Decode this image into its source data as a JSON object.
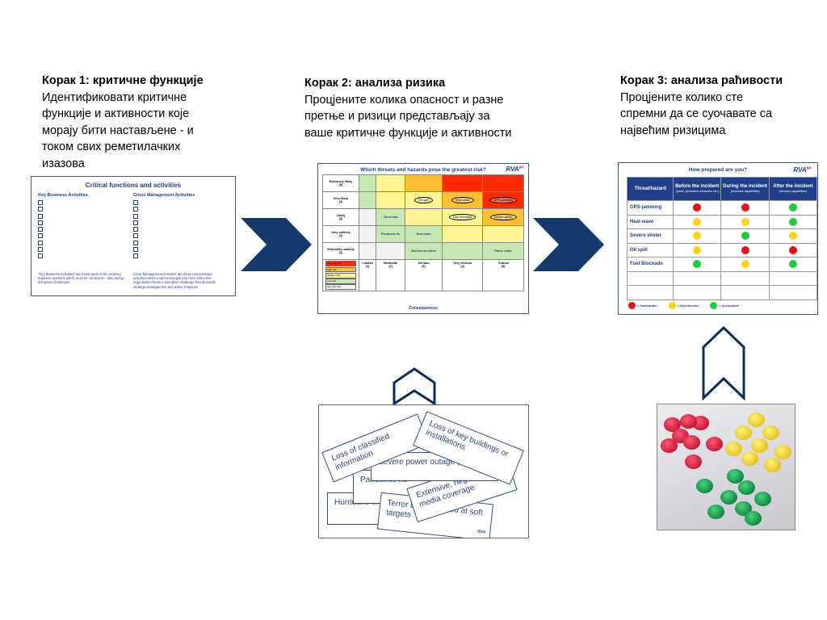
{
  "steps": [
    {
      "heading": "Корак 1: критичне функције",
      "lines": [
        "Идентификовати критичне",
        "функције и активности које",
        "морају бити настављене - и",
        "током свих  реметилачких",
        "изазова"
      ]
    },
    {
      "heading": "Корак 2: анализа ризика",
      "lines": [
        "Процјените колика опасност  и разне",
        "претње и ризици представљају за",
        "ваше критичне функције и активности"
      ]
    },
    {
      "heading": "Корак 3:  анализа раћивости",
      "lines": [
        "Процјените колико сте",
        "спремни да се суочавате са",
        "највећим ризицима"
      ]
    }
  ],
  "critical_panel": {
    "title": "Critical functions and activities",
    "col1_header": "Key Business Activities",
    "col2_header": "Crisis Management Activities",
    "col1_note": "\"Key Business Activities\" are those parts of the ordinary business activities which must be continued – also during disruptive challenges.",
    "col2_note": "Crisis Management Activities are those extraordinary activities which must be brought into force when the organization faces a disruptive challenge that demands strategic management and active response."
  },
  "risk_matrix": {
    "title": "Which threats and hazards pose the greatest risk?",
    "logo": "RVA",
    "logo_sup": "60",
    "rows": [
      {
        "label": "Extremely likely",
        "score": "(5)",
        "cells": [
          {
            "c": "g",
            "t": ""
          },
          {
            "c": "y",
            "t": ""
          },
          {
            "c": "o",
            "t": ""
          },
          {
            "c": "r",
            "t": ""
          },
          {
            "c": "r",
            "t": ""
          }
        ]
      },
      {
        "label": "Very likely",
        "score": "(4)",
        "cells": [
          {
            "c": "g",
            "t": ""
          },
          {
            "c": "y",
            "t": ""
          },
          {
            "c": "y",
            "t": "Oil spill",
            "oval": true
          },
          {
            "c": "o",
            "t": "Heat wave",
            "oval": true
          },
          {
            "c": "r",
            "t": "GPS-jamming",
            "oval": true
          }
        ]
      },
      {
        "label": "Likely",
        "score": "(3)",
        "cells": [
          {
            "c": "w",
            "t": ""
          },
          {
            "c": "g",
            "t": "Terrorism"
          },
          {
            "c": "y",
            "t": ""
          },
          {
            "c": "y",
            "t": "Fuel blockade",
            "oval": true
          },
          {
            "c": "o",
            "t": "Severe winter",
            "oval": true
          }
        ]
      },
      {
        "label": "Very unlikely",
        "score": "(2)",
        "cells": [
          {
            "c": "w",
            "t": ""
          },
          {
            "c": "g",
            "t": "Pandemic flu"
          },
          {
            "c": "g",
            "t": "Hurricane"
          },
          {
            "c": "y",
            "t": ""
          },
          {
            "c": "y",
            "t": ""
          }
        ]
      },
      {
        "label": "Extremely unlikely",
        "score": "(1)",
        "cells": [
          {
            "c": "w",
            "t": ""
          },
          {
            "c": "w",
            "t": ""
          },
          {
            "c": "g",
            "t": "Nuclear accident"
          },
          {
            "c": "g",
            "t": ""
          },
          {
            "c": "g",
            "t": "Plane crash"
          }
        ]
      }
    ],
    "columns": [
      {
        "label": "Limited",
        "score": "(1)"
      },
      {
        "label": "Moderate",
        "score": "(2)"
      },
      {
        "label": "Serious",
        "score": "(3)"
      },
      {
        "label": "Very serious",
        "score": "(4)"
      },
      {
        "label": "Critical",
        "score": "(5)"
      }
    ],
    "legend": [
      {
        "label": "Very high risk",
        "color": "#ff2a00"
      },
      {
        "label": "High risk",
        "color": "#ffbf33"
      },
      {
        "label": "Medium risk",
        "color": "#fff492"
      },
      {
        "label": "Low risk",
        "color": "#c6e6b2"
      },
      {
        "label": "Very low risk",
        "color": "#f2f2f2"
      }
    ],
    "xlabel": "Consequences"
  },
  "preparedness": {
    "title": "How prepared are you?",
    "logo": "RVA",
    "logo_sup": "60",
    "headers": [
      {
        "main": "Threat/hazard",
        "sub": ""
      },
      {
        "main": "Before the incident",
        "sub": "(plans, preventive measures etc.)"
      },
      {
        "main": "During the incident",
        "sub": "(response capabilities)"
      },
      {
        "main": "After the incident",
        "sub": "(recovery capabilities)"
      }
    ],
    "rows": [
      {
        "label": "GPS-jamming",
        "marks": [
          "red",
          "red",
          "grn"
        ]
      },
      {
        "label": "Heat wave",
        "marks": [
          "yel",
          "yel",
          "grn"
        ]
      },
      {
        "label": "Severe winter",
        "marks": [
          "yel",
          "grn",
          "yel"
        ]
      },
      {
        "label": "Oil spill",
        "marks": [
          "yel",
          "red",
          "red"
        ]
      },
      {
        "label": "Fuel Blockade",
        "marks": [
          "grn",
          "yel",
          "grn"
        ]
      },
      {
        "label": "",
        "marks": []
      },
      {
        "label": "",
        "marks": []
      }
    ],
    "legend": [
      {
        "color": "red",
        "label": "= Inadequate"
      },
      {
        "color": "yel",
        "label": "= Deficiencies"
      },
      {
        "color": "grn",
        "label": "= Acceptable"
      }
    ]
  },
  "threat_cards": {
    "cards": [
      {
        "text": "Hurricane of the",
        "logo": ""
      },
      {
        "text": "Pandemic flu",
        "logo": ""
      },
      {
        "text": "Terror bombs aimed at soft targets",
        "logo": "RVA"
      },
      {
        "text": "Extensive, negative media coverage",
        "logo": ""
      },
      {
        "text": "Severe power outage (>12h)",
        "logo": "RVA"
      },
      {
        "text": "Loss of classified information",
        "logo": ""
      },
      {
        "text": "Loss of key buildings or installations",
        "logo": ""
      }
    ]
  },
  "colors": {
    "navy": "#133a6b",
    "arrow_outline": "#0d2d57"
  }
}
